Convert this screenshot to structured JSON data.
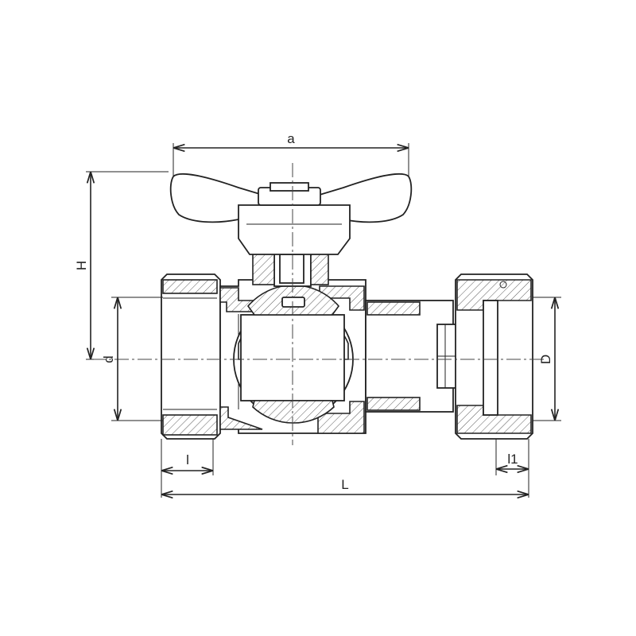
{
  "dimensions": {
    "a": "a",
    "H": "H",
    "d": "d",
    "D": "D",
    "l": "l",
    "l1": "l1",
    "L": "L"
  },
  "colors": {
    "line": "#222222",
    "background": "#ffffff"
  }
}
